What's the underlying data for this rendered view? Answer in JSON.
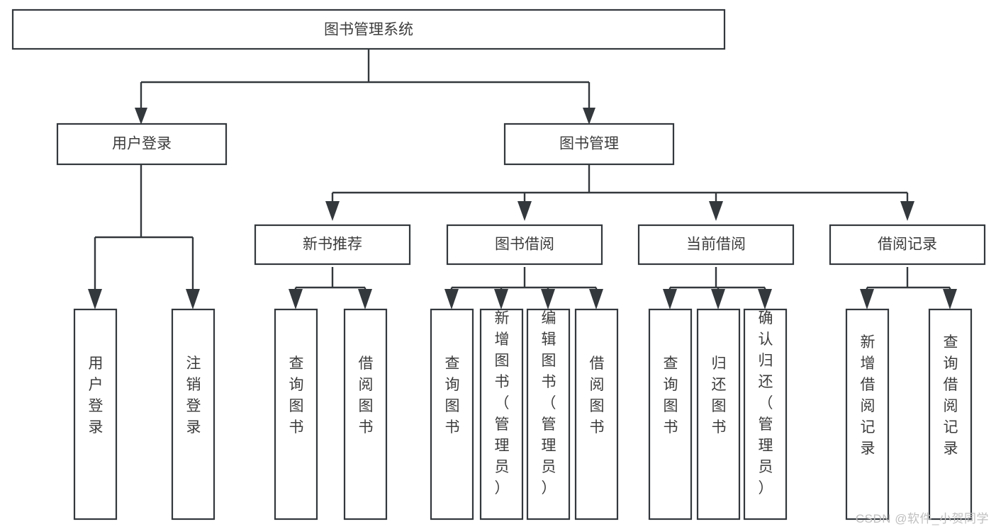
{
  "diagram": {
    "title": "图书管理系统",
    "type": "tree-hierarchy-diagram",
    "colors": {
      "stroke": "#33383d",
      "fill": "#ffffff",
      "text": "#3c3c3c",
      "watermark": "#bfbfbf",
      "background": "#ffffff"
    },
    "root": {
      "label": "图书管理系统"
    },
    "level2": [
      {
        "label": "用户登录"
      },
      {
        "label": "图书管理"
      }
    ],
    "level3": [
      {
        "label": "新书推荐"
      },
      {
        "label": "图书借阅"
      },
      {
        "label": "当前借阅"
      },
      {
        "label": "借阅记录"
      }
    ],
    "leaves": [
      {
        "label": "用户登录",
        "parent": "用户登录"
      },
      {
        "label": "注销登录",
        "parent": "用户登录"
      },
      {
        "label": "查询图书",
        "parent": "新书推荐"
      },
      {
        "label": "借阅图书",
        "parent": "新书推荐"
      },
      {
        "label": "查询图书",
        "parent": "图书借阅"
      },
      {
        "label": "新增图书（管理员）",
        "parent": "图书借阅"
      },
      {
        "label": "编辑图书（管理员）",
        "parent": "图书借阅"
      },
      {
        "label": "借阅图书",
        "parent": "图书借阅"
      },
      {
        "label": "查询图书",
        "parent": "当前借阅"
      },
      {
        "label": "归还图书",
        "parent": "当前借阅"
      },
      {
        "label": "确认归还（管理员）",
        "parent": "当前借阅"
      },
      {
        "label": "新增借阅记录",
        "parent": "借阅记录"
      },
      {
        "label": "查询借阅记录",
        "parent": "借阅记录"
      }
    ]
  },
  "watermark": {
    "text": "CSDN @软件_小贺同学"
  }
}
